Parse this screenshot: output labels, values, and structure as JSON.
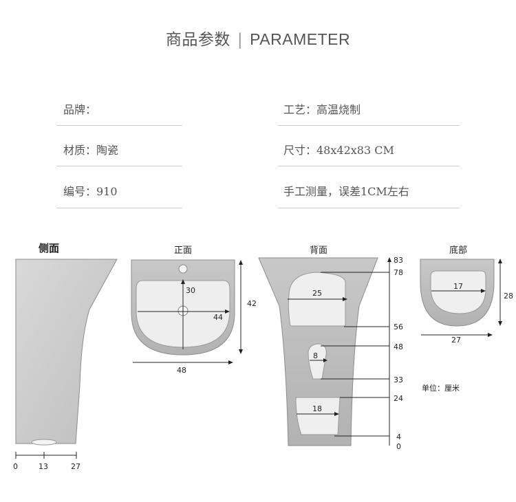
{
  "header": {
    "title_cn": "商品参数",
    "separator": "|",
    "title_en": "PARAMETER"
  },
  "params": {
    "brand": "品牌：",
    "craft": "工艺：高温烧制",
    "material": "材质：陶瓷",
    "size": "尺寸：48x42x83 CM",
    "model": "编号：910",
    "note": "手工测量，误差1CM左右"
  },
  "views": {
    "side": {
      "title": "侧面",
      "ticks": [
        "0",
        "13",
        "27"
      ]
    },
    "front": {
      "title": "正面",
      "basin_depth": "30",
      "basin_width": "44",
      "height": "42",
      "width": "48"
    },
    "back": {
      "title": "背面",
      "upper_opening_width": "25",
      "middle_opening_width": "8",
      "lower_opening_width": "18",
      "marks": [
        "83",
        "78",
        "56",
        "48",
        "33",
        "24",
        "4",
        "0"
      ]
    },
    "bottom": {
      "title": "底部",
      "inner_width": "17",
      "outer_width": "27",
      "depth": "28"
    },
    "unit_note": "单位：厘米"
  }
}
